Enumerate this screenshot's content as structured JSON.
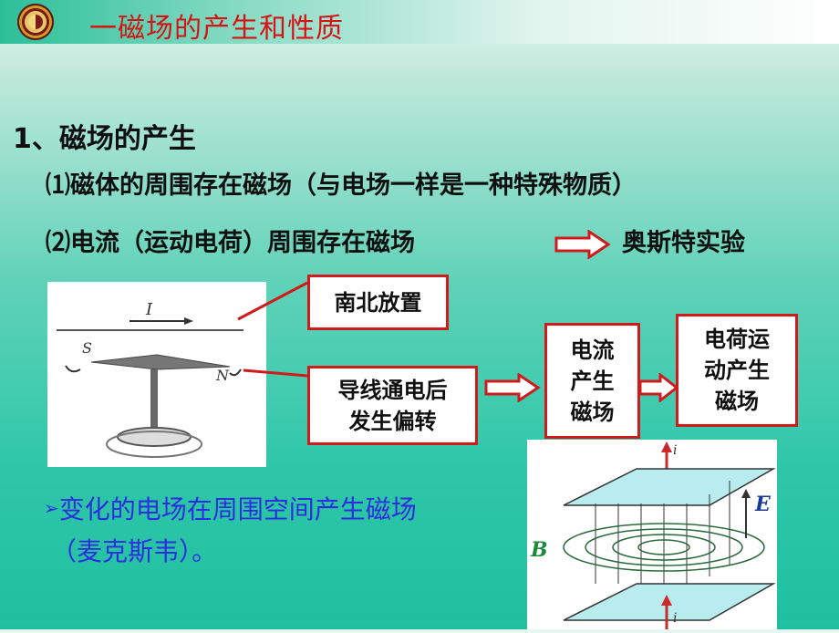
{
  "header": {
    "title": "一磁场的产生和性质"
  },
  "section": {
    "heading": "1、磁场的产生",
    "point1": "⑴磁体的周围存在磁场（与电场一样是一种特殊物质）",
    "point2": "⑵电流（运动电荷）周围存在磁场",
    "experiment": "奥斯特实验"
  },
  "diagram": {
    "box_placement": "南北放置",
    "box_deflect": [
      "导线通电后",
      "发生偏转"
    ],
    "box_current": [
      "电流",
      "产生",
      "磁场"
    ],
    "box_charge": [
      "电荷运",
      "动产生",
      "磁场"
    ],
    "photo_labels": {
      "current": "I",
      "south": "S",
      "north": "N"
    }
  },
  "bullet": {
    "marker": "➢",
    "line1": "变化的电场在周围空间产生磁场",
    "line2": "（麦克斯韦）。"
  },
  "field_figure": {
    "label_i_top": "i",
    "label_i_bottom": "i",
    "label_E": "E",
    "label_B": "B"
  },
  "colors": {
    "title_red": "#d51313",
    "box_border": "#cf1b1b",
    "bullet_blue": "#2d2de0",
    "label_green": "#1b8a3c"
  }
}
